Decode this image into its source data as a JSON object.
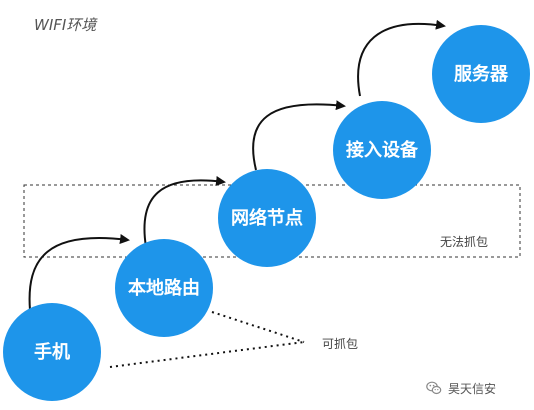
{
  "title": "WIFI环境",
  "nodes": {
    "phone": "手机",
    "router": "本地路由",
    "network_node": "网络节点",
    "access_device": "接入设备",
    "server": "服务器"
  },
  "labels": {
    "cannot_capture": "无法抓包",
    "can_capture": "可抓包"
  },
  "watermark": {
    "text": "昊天信安",
    "icon": "wechat-logo-icon"
  },
  "colors": {
    "node_fill": "#1E95EA",
    "node_text": "#FFFFFF",
    "arrow": "#111111",
    "dashed_box": "#333333"
  }
}
